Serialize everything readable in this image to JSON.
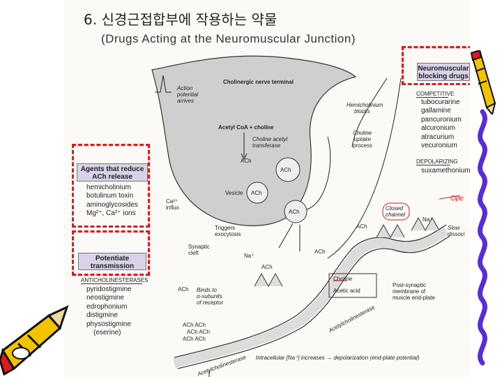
{
  "slide": {
    "title": "6. 신경근접합부에 작용하는 약물",
    "subtitle": "(Drugs Acting at the Neuromuscular Junction)"
  },
  "left_panel": {
    "reduce_header": "Agents that reduce ACh release",
    "reduce_items": [
      "hemicholinium",
      "botulinum toxin",
      "aminoglycosides",
      "Mg²⁺, Ca²⁺ ions"
    ],
    "potentiate_header": "Potentiate transmission",
    "potentiate_category": "ANTICHOLINESTERASES",
    "potentiate_items": [
      "pyridostigmine",
      "neostigmine",
      "edrophonium",
      "distigmine",
      "physostigmine",
      "(eserine)"
    ]
  },
  "right_panel": {
    "header": "Neuromuscular blocking drugs",
    "competitive_label": "COMPETITIVE",
    "competitive_items": [
      "tubocurarine",
      "gallamine",
      "pancuronium",
      "alcuronium",
      "atracurium",
      "vecuronium"
    ],
    "depolarizing_label": "DEPOLARIZING",
    "depolarizing_items": [
      "suxamethonium"
    ]
  },
  "diagram": {
    "nerve_terminal": "Cholinergic nerve terminal",
    "action_potential": [
      "Action",
      "potential",
      "arrives"
    ],
    "hemicholinium_blocks": [
      "Hemicholinium",
      "blocks"
    ],
    "choline_uptake": [
      "Choline",
      "uptake",
      "process"
    ],
    "acetyl_coa": "Acetyl CoA + choline",
    "transferase": [
      "Choline acetyl",
      "transferase"
    ],
    "ach": "ACh",
    "vesicle": "Vesicle",
    "ca_influx": [
      "Ca²⁺",
      "influx"
    ],
    "triggers": [
      "Triggers",
      "exocytosis"
    ],
    "synaptic_cleft": [
      "Synaptic",
      "cleft"
    ],
    "closed_channel": [
      "Closed",
      "channel"
    ],
    "na_plus": "Na⁺",
    "open_text": "Ope",
    "slow_text": [
      "Slow",
      "dissoci"
    ],
    "binds_to": [
      "Binds to",
      "α-subunits",
      "of receptor"
    ],
    "choline": "Choline",
    "acetic_acid": "Acetic acid",
    "postsynaptic": [
      "Post-synaptic",
      "membrane of",
      "muscle end-plate"
    ],
    "ach_stack": [
      "ACh ACh",
      "ACh ACh",
      "ACh ACh"
    ],
    "acetylcholinesterase": "Acetylcholinesterase",
    "intracellular": "Intracellular [Na⁺] increases → depolarization (end-plate potential)"
  },
  "colors": {
    "dash_red": "#e1191c",
    "header_lilac": "#d9d2e8",
    "terminal_fill": "#cfcfcf",
    "deco_purple": "#5b2bd6"
  }
}
